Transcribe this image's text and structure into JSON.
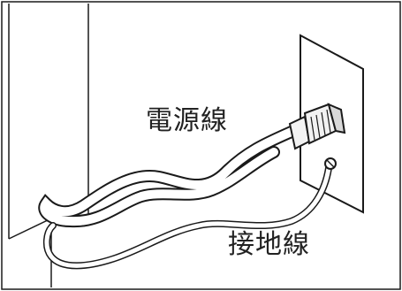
{
  "labels": {
    "power_cord": "電源線",
    "ground_wire": "接地線"
  },
  "colors": {
    "line": "#1a1a1a",
    "fill": "#ffffff",
    "plug": "#f2f2f2"
  },
  "parts": [
    "wall-corner",
    "wall-outlet-plate",
    "power-plug",
    "power-cord",
    "ground-wire",
    "ground-terminal"
  ]
}
